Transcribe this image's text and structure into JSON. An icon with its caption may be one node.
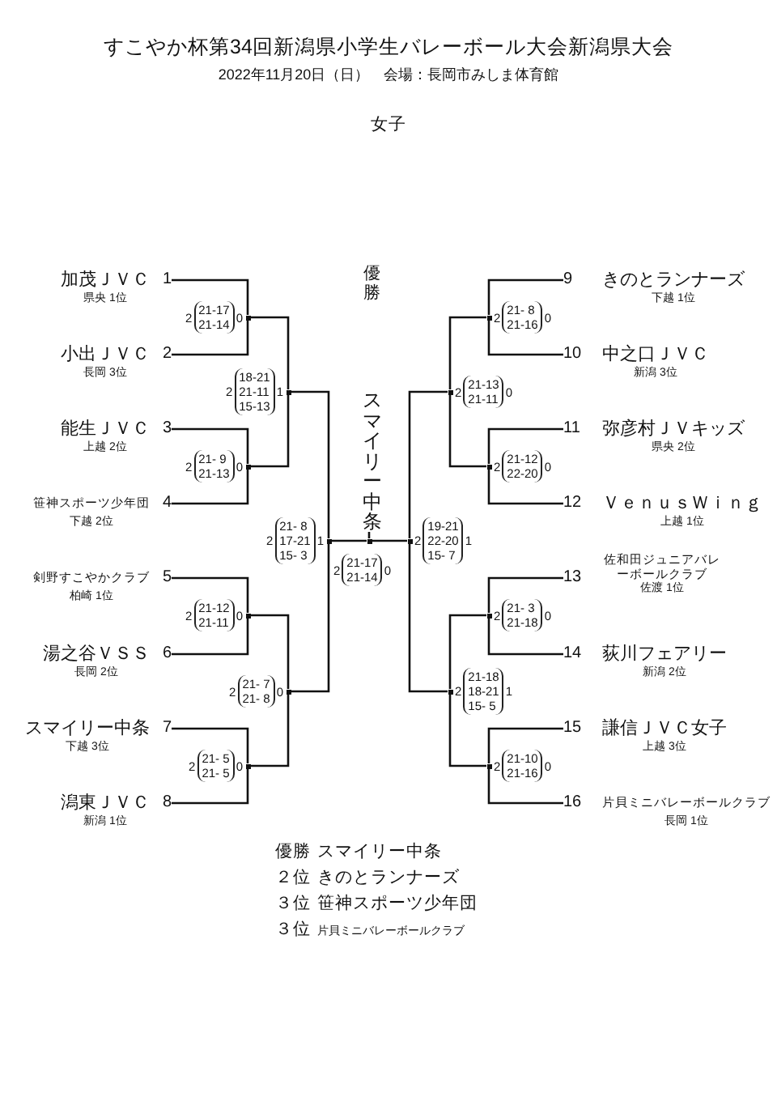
{
  "diagram": {
    "title": "すこやか杯第34回新潟県小学生バレーボール大会新潟県大会",
    "nodes": [
      {
        "text": [
          "加茂ＪＶＣ",
          "県央 1位"
        ],
        "beside": [
          "1"
        ]
      },
      {
        "text": [
          "小出ＪＶＣ",
          "長岡 3位"
        ],
        "beside": [
          "2"
        ]
      },
      {
        "text": [
          "能生ＪＶＣ",
          "上越 2位"
        ],
        "beside": [
          "3"
        ]
      },
      {
        "text": [
          "笹神スポーツ少年団",
          "下越 2位"
        ],
        "beside": [
          "4"
        ]
      },
      {
        "text": [
          "剣野すこやかクラブ",
          "柏崎 1位"
        ],
        "beside": [
          "5"
        ]
      },
      {
        "text": [
          "湯之谷ＶＳＳ",
          "長岡 2位"
        ],
        "beside": [
          "6"
        ]
      },
      {
        "text": [
          "スマイリー中条",
          "下越 3位"
        ],
        "beside": [
          "7"
        ]
      },
      {
        "text": [
          "潟東ＪＶＣ",
          "新潟 1位"
        ],
        "beside": [
          "8"
        ]
      },
      {
        "text": [
          "きのとランナーズ",
          "下越 1位"
        ],
        "beside": [
          "9"
        ]
      },
      {
        "text": [
          "中之口ＪＶＣ",
          "新潟 3位"
        ],
        "beside": [
          "10"
        ]
      },
      {
        "text": [
          "弥彦村ＪＶキッズ",
          "県央 2位"
        ],
        "beside": [
          "11"
        ]
      },
      {
        "text": [
          "ＶｅｎｕｓＷｉｎｇ",
          "上越 1位"
        ],
        "beside": [
          "12"
        ]
      },
      {
        "text": [
          "佐和田ジュニアバレーボールクラブ",
          "佐渡 1位"
        ],
        "beside": [
          "13"
        ]
      },
      {
        "text": [
          "荻川フェアリー",
          "新潟 2位"
        ],
        "beside": [
          "14"
        ]
      },
      {
        "text": [
          "謙信ＪＶＣ女子",
          "上越 3位"
        ],
        "beside": [
          "15"
        ]
      },
      {
        "text": [
          "片貝ミニバレーボールクラブ",
          "長岡 1位"
        ],
        "beside": [
          "16"
        ]
      },
      {
        "text": [],
        "shape": "point",
        "beside": [
          "2",
          "21-17",
          "21-14",
          "0"
        ]
      },
      {
        "text": [],
        "shape": "point",
        "beside": [
          "2",
          "21- 9",
          "21-13",
          "0"
        ]
      },
      {
        "text": [],
        "shape": "point",
        "beside": [
          "2",
          "21-12",
          "21-11",
          "0"
        ]
      },
      {
        "text": [],
        "shape": "point",
        "beside": [
          "2",
          "21- 5",
          "21- 5",
          "0"
        ]
      },
      {
        "text": [],
        "shape": "point",
        "beside": [
          "2",
          "18-21",
          "21-11",
          "15-13",
          "1"
        ]
      },
      {
        "text": [],
        "shape": "point",
        "beside": [
          "2",
          "21- 7",
          "21- 8",
          "0"
        ]
      },
      {
        "text": [],
        "shape": "point",
        "beside": [
          "2",
          "21- 8",
          "17-21",
          "15- 3",
          "1"
        ]
      },
      {
        "text": [],
        "shape": "point",
        "beside": [
          "2",
          "21- 8",
          "21-16",
          "0"
        ]
      },
      {
        "text": [],
        "shape": "point",
        "beside": [
          "2",
          "21-12",
          "22-20",
          "0"
        ]
      },
      {
        "text": [],
        "shape": "point",
        "beside": [
          "2",
          "21- 3",
          "21-18",
          "0"
        ]
      },
      {
        "text": [],
        "shape": "point",
        "beside": [
          "2",
          "21-10",
          "21-16",
          "0"
        ]
      },
      {
        "text": [],
        "shape": "point",
        "beside": [
          "2",
          "21-13",
          "21-11",
          "0"
        ]
      },
      {
        "text": [],
        "shape": "point",
        "beside": [
          "2",
          "21-18",
          "18-21",
          "15- 5",
          "1"
        ]
      },
      {
        "text": [],
        "shape": "point",
        "beside": [
          "2",
          "19-21",
          "22-20",
          "15- 7",
          "1"
        ]
      },
      {
        "text": [],
        "shape": "point",
        "beside": [
          "2",
          "21-17",
          "21-14",
          "0"
        ]
      },
      {
        "text": [
          "優勝",
          "スマイリー中条"
        ]
      }
    ],
    "edges": [
      {
        "from": 0,
        "to": 16,
        "arrow": "none"
      },
      {
        "from": 1,
        "to": 16,
        "arrow": "none"
      },
      {
        "from": 2,
        "to": 17,
        "arrow": "none"
      },
      {
        "from": 3,
        "to": 17,
        "arrow": "none"
      },
      {
        "from": 4,
        "to": 18,
        "arrow": "none"
      },
      {
        "from": 5,
        "to": 18,
        "arrow": "none"
      },
      {
        "from": 6,
        "to": 19,
        "arrow": "none"
      },
      {
        "from": 7,
        "to": 19,
        "arrow": "none"
      },
      {
        "from": 16,
        "to": 20,
        "arrow": "none"
      },
      {
        "from": 17,
        "to": 20,
        "arrow": "none"
      },
      {
        "from": 18,
        "to": 21,
        "arrow": "none"
      },
      {
        "from": 19,
        "to": 21,
        "arrow": "none"
      },
      {
        "from": 20,
        "to": 22,
        "arrow": "none"
      },
      {
        "from": 21,
        "to": 22,
        "arrow": "none"
      },
      {
        "from": 8,
        "to": 23,
        "arrow": "none"
      },
      {
        "from": 9,
        "to": 23,
        "arrow": "none"
      },
      {
        "from": 10,
        "to": 24,
        "arrow": "none"
      },
      {
        "from": 11,
        "to": 24,
        "arrow": "none"
      },
      {
        "from": 12,
        "to": 25,
        "arrow": "none"
      },
      {
        "from": 13,
        "to": 25,
        "arrow": "none"
      },
      {
        "from": 14,
        "to": 26,
        "arrow": "none"
      },
      {
        "from": 15,
        "to": 26,
        "arrow": "none"
      },
      {
        "from": 23,
        "to": 27,
        "arrow": "none"
      },
      {
        "from": 24,
        "to": 27,
        "arrow": "none"
      },
      {
        "from": 25,
        "to": 28,
        "arrow": "none"
      },
      {
        "from": 26,
        "to": 28,
        "arrow": "none"
      },
      {
        "from": 27,
        "to": 29,
        "arrow": "none"
      },
      {
        "from": 28,
        "to": 29,
        "arrow": "none"
      },
      {
        "from": 22,
        "to": 30,
        "arrow": "none"
      },
      {
        "from": 29,
        "to": 30,
        "arrow": "none"
      },
      {
        "from": 30,
        "to": 31,
        "arrow": "none"
      }
    ],
    "labels": [
      "2022年11月20日（日）　会場：長岡市みしま体育館",
      "女子",
      "優勝",
      "スマイリー中条",
      "２位",
      "きのとランナーズ",
      "３位",
      "笹神スポーツ少年団",
      "３位",
      "片貝ミニバレーボールクラブ"
    ]
  }
}
